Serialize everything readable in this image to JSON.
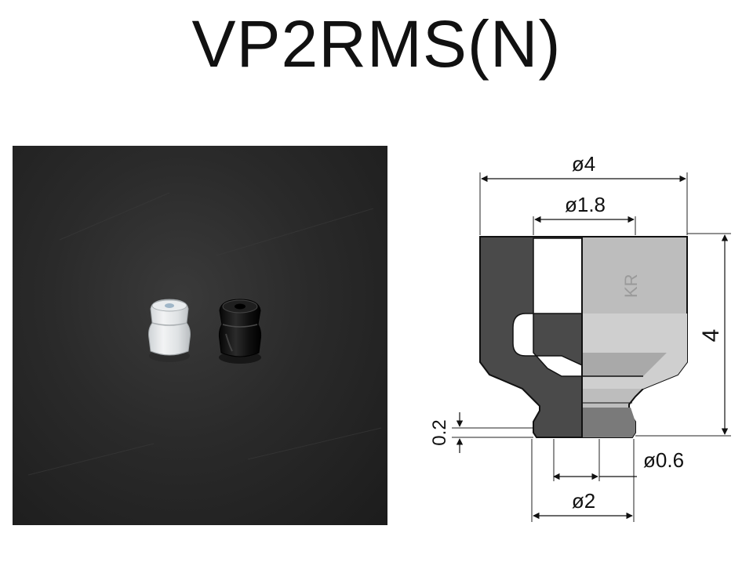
{
  "title": "VP2RMS(N)",
  "photo": {
    "items": [
      "clear-suction-pad",
      "black-suction-pad"
    ]
  },
  "drawing": {
    "dimensions": {
      "outer_diameter": "ø4",
      "inner_diameter": "ø1.8",
      "height": "4",
      "lip": "0.2",
      "hole_diameter": "ø0.6",
      "tip_diameter": "ø2"
    }
  }
}
